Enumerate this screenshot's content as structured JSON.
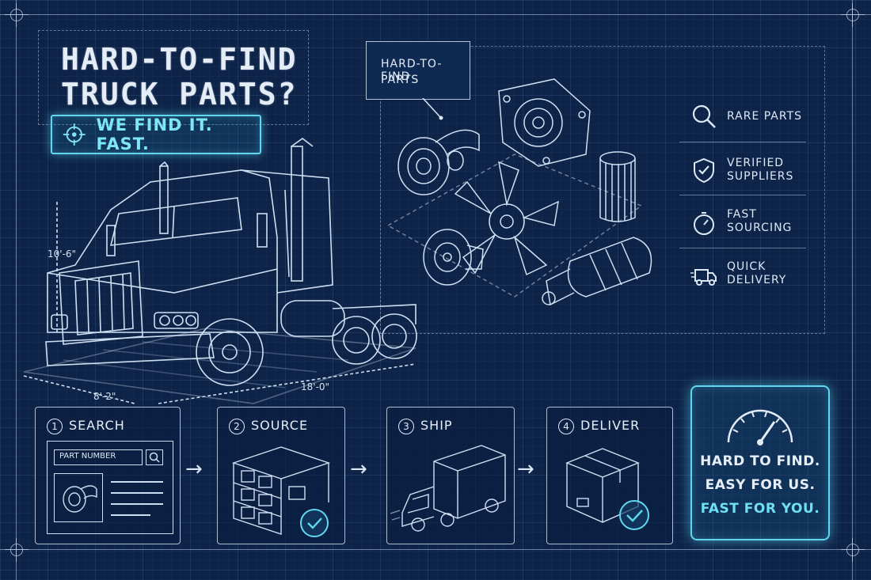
{
  "title": {
    "line1": "HARD-TO-FIND",
    "line2": "TRUCK PARTS?"
  },
  "tagline": {
    "text": "WE FIND IT. FAST.",
    "icon": "crosshair-target-icon"
  },
  "callout": {
    "line1": "HARD-TO-FIND",
    "line2": "PARTS"
  },
  "dimensions": {
    "height": "10'-6\"",
    "width": "8'-2\"",
    "length": "18'-0\""
  },
  "features": [
    {
      "icon": "magnifier-icon",
      "line1": "RARE PARTS",
      "line2": ""
    },
    {
      "icon": "shield-check-icon",
      "line1": "VERIFIED",
      "line2": "SUPPLIERS"
    },
    {
      "icon": "stopwatch-icon",
      "line1": "FAST",
      "line2": "SOURCING"
    },
    {
      "icon": "delivery-truck-icon",
      "line1": "QUICK",
      "line2": "DELIVERY"
    }
  ],
  "steps": [
    {
      "number": "1",
      "title": "SEARCH"
    },
    {
      "number": "2",
      "title": "SOURCE"
    },
    {
      "number": "3",
      "title": "SHIP"
    },
    {
      "number": "4",
      "title": "DELIVER"
    }
  ],
  "search_mockup": {
    "placeholder": "PART NUMBER"
  },
  "promo": {
    "line1": "HARD TO FIND.",
    "line2": "EASY FOR US.",
    "line3": "FAST FOR YOU.",
    "accent": "#5fd8ef"
  },
  "colors": {
    "background": "#0d2347",
    "line": "#d9e6f5",
    "accent": "#5fd8ef"
  }
}
